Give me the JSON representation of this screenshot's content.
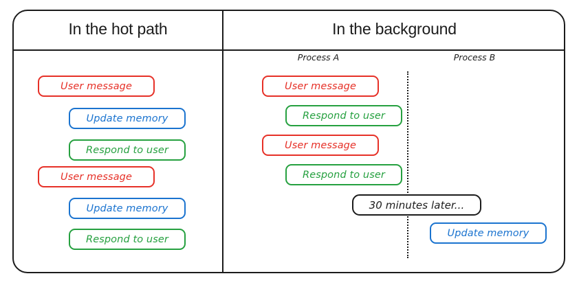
{
  "diagram": {
    "panels": [
      {
        "id": "hot-path",
        "title": "In the hot path",
        "steps": [
          {
            "label": "User message",
            "color": "red",
            "indent": 0
          },
          {
            "label": "Update memory",
            "color": "blue",
            "indent": 1
          },
          {
            "label": "Respond to user",
            "color": "green",
            "indent": 1
          },
          {
            "label": "User message",
            "color": "red",
            "indent": 0
          },
          {
            "label": "Update memory",
            "color": "blue",
            "indent": 1
          },
          {
            "label": "Respond to user",
            "color": "green",
            "indent": 1
          }
        ]
      },
      {
        "id": "background",
        "title": "In the background",
        "process_a_label": "Process A",
        "process_b_label": "Process B",
        "process_a_steps": [
          {
            "label": "User message",
            "color": "red",
            "indent": 0
          },
          {
            "label": "Respond to user",
            "color": "green",
            "indent": 1
          },
          {
            "label": "User message",
            "color": "red",
            "indent": 0
          },
          {
            "label": "Respond to user",
            "color": "green",
            "indent": 1
          }
        ],
        "time_marker": "30 minutes later...",
        "process_b_steps": [
          {
            "label": "Update memory",
            "color": "blue"
          }
        ]
      }
    ],
    "colors": {
      "red": "#e63027",
      "blue": "#1a73cf",
      "green": "#25a03f",
      "black": "#1b1b1b"
    }
  }
}
